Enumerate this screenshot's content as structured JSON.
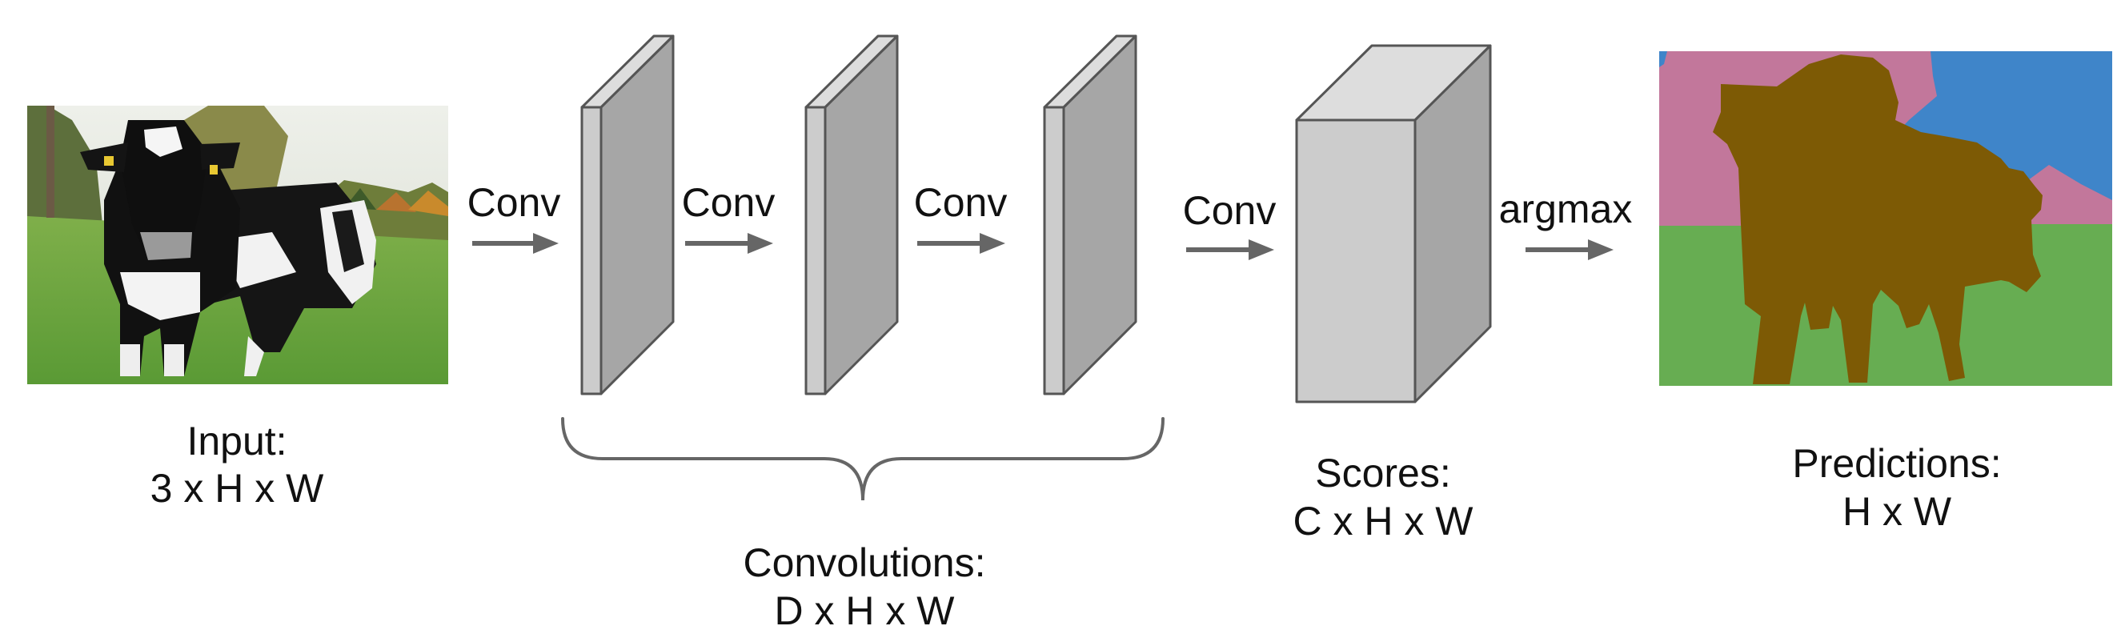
{
  "input": {
    "title": "Input:",
    "dims": "3 x H x W"
  },
  "ops": {
    "conv_1": "Conv",
    "conv_2": "Conv",
    "conv_3": "Conv",
    "conv_4": "Conv",
    "argmax": "argmax"
  },
  "convolutions": {
    "title": "Convolutions:",
    "dims": "D x H x W"
  },
  "scores": {
    "title": "Scores:",
    "dims": "C x H x W"
  },
  "predictions": {
    "title": "Predictions:",
    "dims": "H x W"
  },
  "colors": {
    "arrow": "#666666",
    "volume_front": "#cccccc",
    "volume_side": "#a6a6a6",
    "volume_top": "#dddddd",
    "seg_sky_pink": "#c2779b",
    "seg_tree_blue": "#3f85c9",
    "seg_grass_green": "#67ad52",
    "seg_cow_brown": "#7d5a05"
  }
}
